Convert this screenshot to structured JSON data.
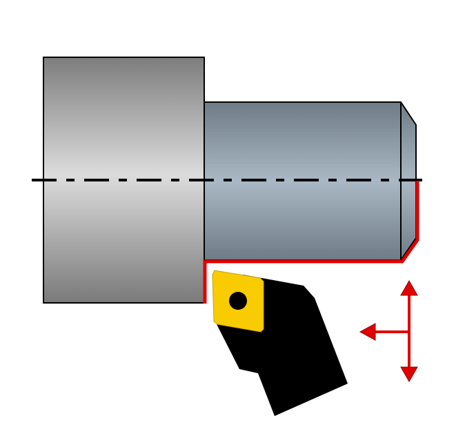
{
  "figure": {
    "kind": "turning-tool-diagram",
    "parts": {
      "workpiece_large_diameter": "workpiece-large-diameter",
      "workpiece_small_diameter": "workpiece-small-diameter",
      "chamfer": "chamfer",
      "centerline": "centerline",
      "machined_profile": "machined-profile",
      "insert": "insert",
      "insert_hole": "insert-hole",
      "tool_holder": "tool-holder",
      "feed_arrows": [
        "feed-arrow-axial",
        "feed-arrow-radial"
      ]
    }
  },
  "colors": {
    "background": "#ffffff",
    "outline": "#000000",
    "large_cylinder_dark": "#7d7d7d",
    "large_cylinder_light": "#dcdcdc",
    "small_cylinder_dark": "#707d88",
    "small_cylinder_light": "#a9b8c4",
    "profile_red": "#e00000",
    "insert_yellow": "#f8cc00",
    "holder_black": "#000000"
  }
}
